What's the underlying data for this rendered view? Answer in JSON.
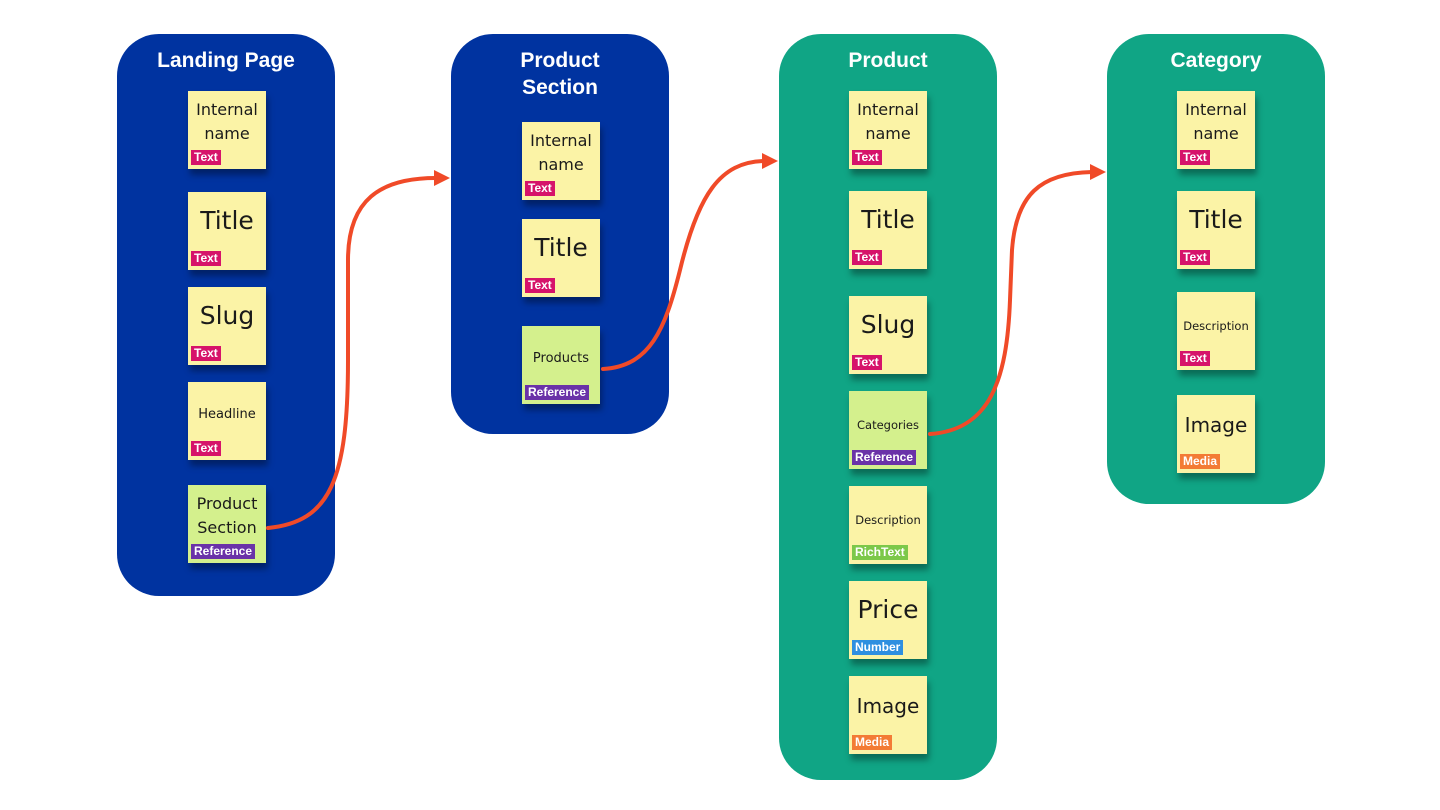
{
  "colors": {
    "blue_column": "#0033a0",
    "green_column": "#10a585",
    "sticky_yellow": "#fbf3a6",
    "sticky_green": "#d4f08d",
    "arrow": "#f04a28",
    "badge_text": "#d6136a",
    "badge_reference": "#6a32a8",
    "badge_richtext": "#7cc849",
    "badge_number": "#2e8fe0",
    "badge_media": "#f37b35"
  },
  "columns": [
    {
      "id": "landing-page",
      "title": "Landing Page",
      "fields": [
        {
          "label": "Internal name",
          "type": "Text"
        },
        {
          "label": "Title",
          "type": "Text"
        },
        {
          "label": "Slug",
          "type": "Text"
        },
        {
          "label": "Headline",
          "type": "Text"
        },
        {
          "label": "Product Section",
          "type": "Reference"
        }
      ]
    },
    {
      "id": "product-section",
      "title": "Product Section",
      "fields": [
        {
          "label": "Internal name",
          "type": "Text"
        },
        {
          "label": "Title",
          "type": "Text"
        },
        {
          "label": "Products",
          "type": "Reference"
        }
      ]
    },
    {
      "id": "product",
      "title": "Product",
      "fields": [
        {
          "label": "Internal name",
          "type": "Text"
        },
        {
          "label": "Title",
          "type": "Text"
        },
        {
          "label": "Slug",
          "type": "Text"
        },
        {
          "label": "Categories",
          "type": "Reference"
        },
        {
          "label": "Description",
          "type": "RichText"
        },
        {
          "label": "Price",
          "type": "Number"
        },
        {
          "label": "Image",
          "type": "Media"
        }
      ]
    },
    {
      "id": "category",
      "title": "Category",
      "fields": [
        {
          "label": "Internal name",
          "type": "Text"
        },
        {
          "label": "Title",
          "type": "Text"
        },
        {
          "label": "Description",
          "type": "Text"
        },
        {
          "label": "Image",
          "type": "Media"
        }
      ]
    }
  ],
  "connections": [
    {
      "from": "Landing Page.Product Section",
      "to": "Product Section"
    },
    {
      "from": "Product Section.Products",
      "to": "Product"
    },
    {
      "from": "Product.Categories",
      "to": "Category"
    }
  ]
}
